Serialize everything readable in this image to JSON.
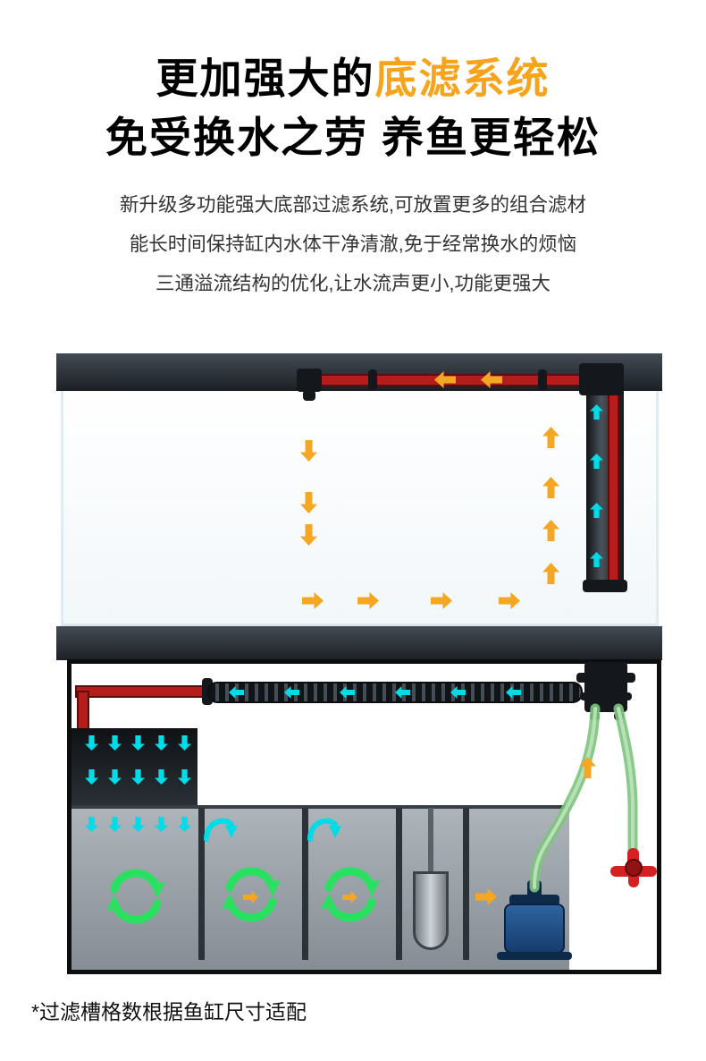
{
  "header": {
    "title": {
      "prefix": "更加强大的",
      "highlight": "底滤系统"
    },
    "subtitle": "免受换水之劳 养鱼更轻松",
    "description": [
      "新升级多功能强大底部过滤系统,可放置更多的组合滤材",
      "能长时间保持缸内水体干净清澈,免于经常换水的烦恼",
      "三通溢流结构的优化,让水流声更小,功能更强大"
    ]
  },
  "diagram": {
    "footnote": "*过滤槽格数根据鱼缸尺寸适配"
  },
  "colors": {
    "title_highlight": "#f7a41c",
    "flow_orange": "#f5a623",
    "flow_cyan": "#00dbe8",
    "circulation_green": "#2ae060",
    "pipe_red": "#b51d1d",
    "tube_green": "#7cc47c",
    "pump_blue": "#1f4e8c",
    "valve_red": "#d42222",
    "frame_dark": "#272c33",
    "sump_gray": "#9aa1a8"
  }
}
